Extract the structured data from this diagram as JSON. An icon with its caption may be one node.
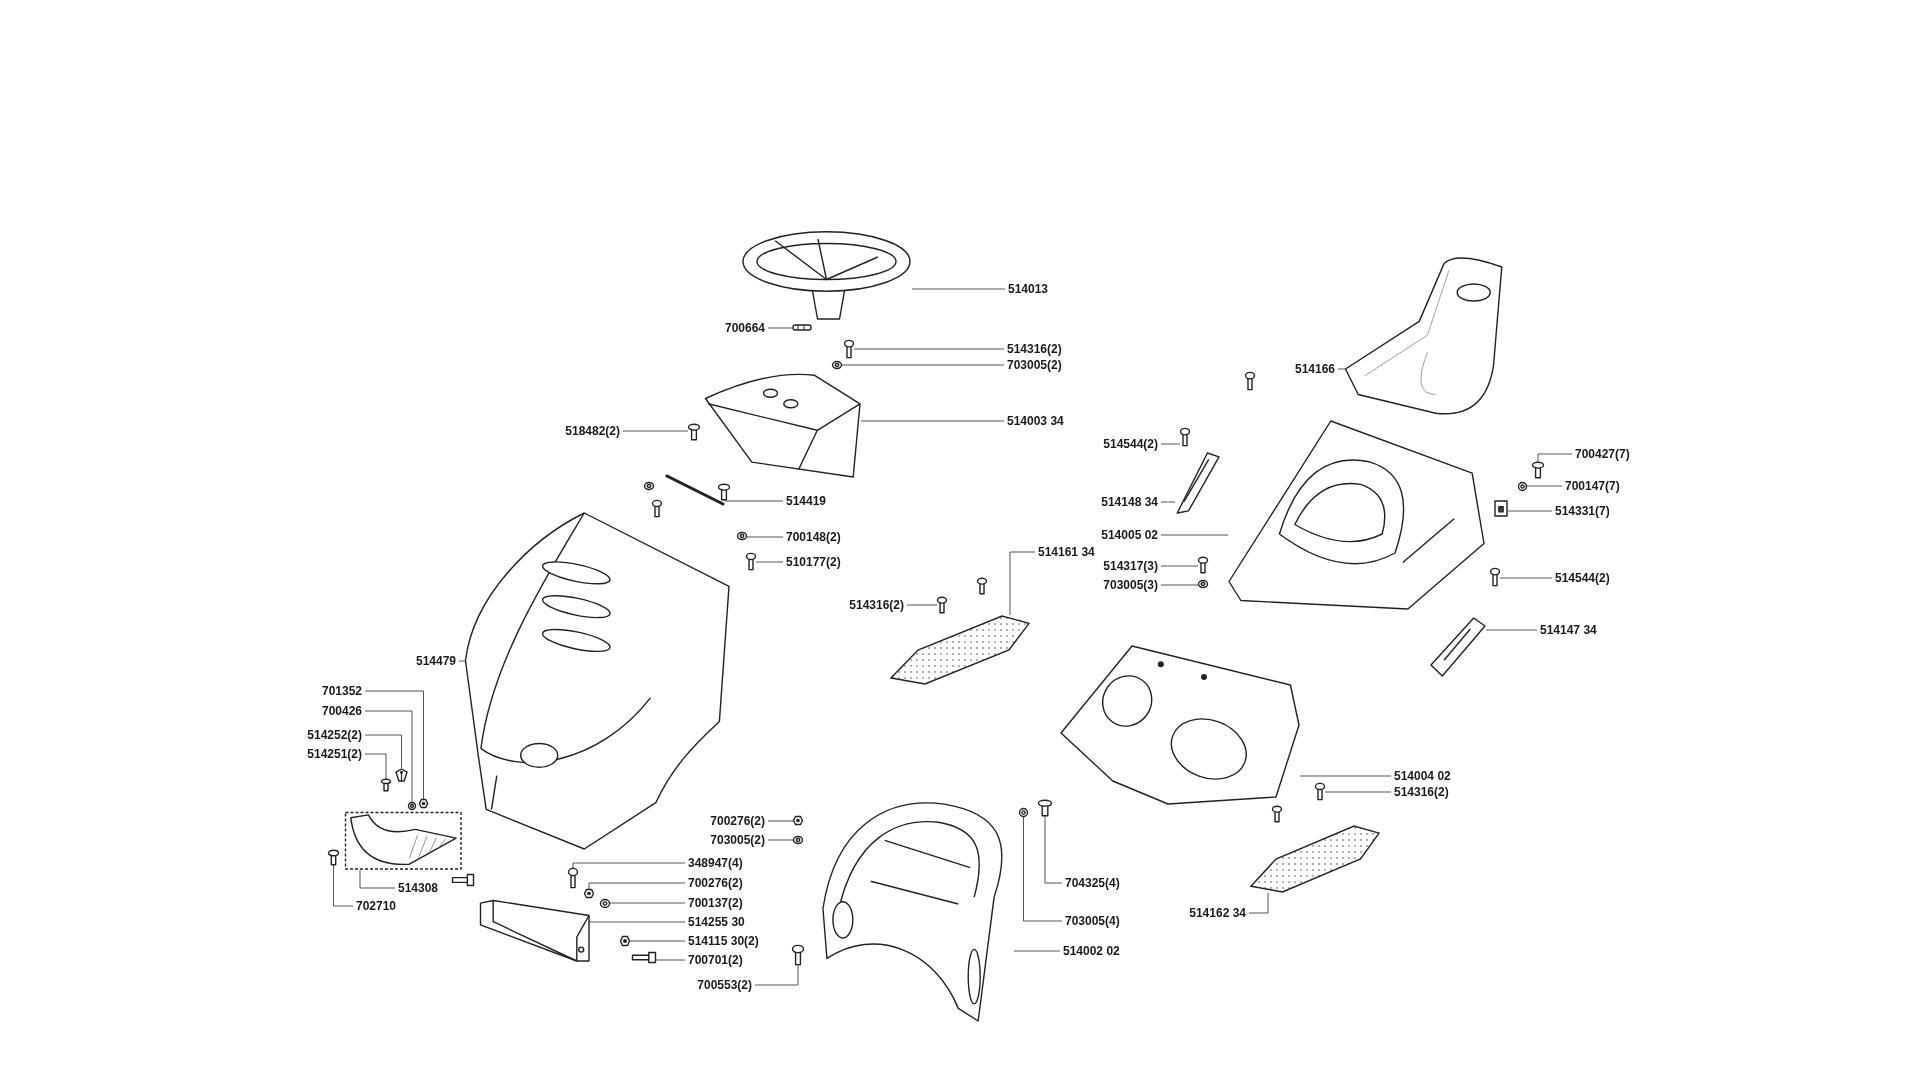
{
  "diagram": {
    "nodes": [
      {
        "text": [
          "514013"
        ]
      },
      {
        "text": [],
        "shape": "picture"
      },
      {
        "text": [
          "700664"
        ]
      },
      {
        "text": [],
        "shape": "picture"
      },
      {
        "text": [
          "514316(2)"
        ]
      },
      {
        "text": [],
        "shape": "picture"
      },
      {
        "text": [
          "703005(2)"
        ]
      },
      {
        "text": [],
        "shape": "picture"
      },
      {
        "text": [
          "514003 34"
        ]
      },
      {
        "text": [],
        "shape": "picture"
      },
      {
        "text": [
          "518482(2)"
        ]
      },
      {
        "text": [],
        "shape": "picture"
      },
      {
        "text": [
          "514419"
        ]
      },
      {
        "text": [],
        "shape": "picture"
      },
      {
        "text": [
          "700148(2)"
        ]
      },
      {
        "text": [],
        "shape": "picture"
      },
      {
        "text": [
          "510177(2)"
        ]
      },
      {
        "text": [],
        "shape": "picture"
      },
      {
        "text": [
          "514479"
        ]
      },
      {
        "text": [],
        "shape": "picture"
      },
      {
        "text": [
          "701352"
        ]
      },
      {
        "text": [],
        "shape": "picture"
      },
      {
        "text": [
          "700426"
        ]
      },
      {
        "text": [],
        "shape": "picture"
      },
      {
        "text": [
          "514252(2)"
        ]
      },
      {
        "text": [],
        "shape": "picture"
      },
      {
        "text": [
          "514251(2)"
        ]
      },
      {
        "text": [],
        "shape": "picture"
      },
      {
        "text": [
          "514308"
        ]
      },
      {
        "text": [],
        "shape": "picture"
      },
      {
        "text": [
          "702710"
        ]
      },
      {
        "text": [],
        "shape": "picture"
      },
      {
        "text": [
          "348947(4)"
        ]
      },
      {
        "text": [],
        "shape": "picture"
      },
      {
        "text": [
          "700276(2)"
        ]
      },
      {
        "text": [],
        "shape": "picture"
      },
      {
        "text": [
          "700137(2)"
        ]
      },
      {
        "text": [],
        "shape": "picture"
      },
      {
        "text": [
          "514255 30"
        ]
      },
      {
        "text": [],
        "shape": "picture"
      },
      {
        "text": [
          "514115 30(2)"
        ]
      },
      {
        "text": [],
        "shape": "picture"
      },
      {
        "text": [
          "700701(2)"
        ]
      },
      {
        "text": [],
        "shape": "picture"
      },
      {
        "text": [
          "700276(2)"
        ]
      },
      {
        "text": [],
        "shape": "picture"
      },
      {
        "text": [
          "703005(2)"
        ]
      },
      {
        "text": [],
        "shape": "picture"
      },
      {
        "text": [
          "700553(2)"
        ]
      },
      {
        "text": [],
        "shape": "picture"
      },
      {
        "text": [
          "514002 02"
        ]
      },
      {
        "text": [],
        "shape": "picture"
      },
      {
        "text": [
          "704325(4)"
        ]
      },
      {
        "text": [],
        "shape": "picture"
      },
      {
        "text": [
          "703005(4)"
        ]
      },
      {
        "text": [],
        "shape": "picture"
      },
      {
        "text": [
          "514161 34"
        ]
      },
      {
        "text": [],
        "shape": "picture"
      },
      {
        "text": [
          "514316(2)"
        ]
      },
      {
        "text": [],
        "shape": "picture"
      },
      {
        "text": [
          "514166"
        ]
      },
      {
        "text": [],
        "shape": "picture"
      },
      {
        "text": [
          "514544(2)"
        ]
      },
      {
        "text": [],
        "shape": "picture"
      },
      {
        "text": [
          "514148 34"
        ]
      },
      {
        "text": [],
        "shape": "picture"
      },
      {
        "text": [
          "514005 02"
        ]
      },
      {
        "text": [],
        "shape": "picture"
      },
      {
        "text": [
          "514317(3)"
        ]
      },
      {
        "text": [],
        "shape": "picture"
      },
      {
        "text": [
          "703005(3)"
        ]
      },
      {
        "text": [],
        "shape": "picture"
      },
      {
        "text": [
          "700427(7)"
        ]
      },
      {
        "text": [],
        "shape": "picture"
      },
      {
        "text": [
          "700147(7)"
        ]
      },
      {
        "text": [],
        "shape": "picture"
      },
      {
        "text": [
          "514331(7)"
        ]
      },
      {
        "text": [],
        "shape": "picture"
      },
      {
        "text": [
          "514544(2)"
        ]
      },
      {
        "text": [],
        "shape": "picture"
      },
      {
        "text": [
          "514147 34"
        ]
      },
      {
        "text": [],
        "shape": "picture"
      },
      {
        "text": [
          "514004 02"
        ]
      },
      {
        "text": [],
        "shape": "picture"
      },
      {
        "text": [
          "514316(2)"
        ]
      },
      {
        "text": [],
        "shape": "picture"
      },
      {
        "text": [
          "514162 34"
        ]
      },
      {
        "text": [],
        "shape": "picture"
      }
    ],
    "edges": [
      {
        "from": 0,
        "to": 1,
        "arrow": "none"
      },
      {
        "from": 2,
        "to": 3,
        "arrow": "none"
      },
      {
        "from": 4,
        "to": 5,
        "arrow": "none"
      },
      {
        "from": 6,
        "to": 7,
        "arrow": "none"
      },
      {
        "from": 8,
        "to": 9,
        "arrow": "none"
      },
      {
        "from": 10,
        "to": 11,
        "arrow": "none"
      },
      {
        "from": 12,
        "to": 13,
        "arrow": "none"
      },
      {
        "from": 14,
        "to": 15,
        "arrow": "none"
      },
      {
        "from": 16,
        "to": 17,
        "arrow": "none"
      },
      {
        "from": 18,
        "to": 19,
        "arrow": "none"
      },
      {
        "from": 20,
        "to": 21,
        "arrow": "none"
      },
      {
        "from": 22,
        "to": 23,
        "arrow": "none"
      },
      {
        "from": 24,
        "to": 25,
        "arrow": "none"
      },
      {
        "from": 26,
        "to": 27,
        "arrow": "none"
      },
      {
        "from": 28,
        "to": 29,
        "arrow": "none"
      },
      {
        "from": 30,
        "to": 31,
        "arrow": "none"
      },
      {
        "from": 32,
        "to": 33,
        "arrow": "none"
      },
      {
        "from": 34,
        "to": 35,
        "arrow": "none"
      },
      {
        "from": 36,
        "to": 37,
        "arrow": "none"
      },
      {
        "from": 38,
        "to": 39,
        "arrow": "none"
      },
      {
        "from": 40,
        "to": 41,
        "arrow": "none"
      },
      {
        "from": 42,
        "to": 43,
        "arrow": "none"
      },
      {
        "from": 44,
        "to": 45,
        "arrow": "none"
      },
      {
        "from": 46,
        "to": 47,
        "arrow": "none"
      },
      {
        "from": 48,
        "to": 49,
        "arrow": "none"
      },
      {
        "from": 50,
        "to": 51,
        "arrow": "none"
      },
      {
        "from": 52,
        "to": 53,
        "arrow": "none"
      },
      {
        "from": 54,
        "to": 55,
        "arrow": "none"
      },
      {
        "from": 56,
        "to": 57,
        "arrow": "none"
      },
      {
        "from": 58,
        "to": 59,
        "arrow": "none"
      },
      {
        "from": 60,
        "to": 61,
        "arrow": "none"
      },
      {
        "from": 62,
        "to": 63,
        "arrow": "none"
      },
      {
        "from": 64,
        "to": 65,
        "arrow": "none"
      },
      {
        "from": 66,
        "to": 67,
        "arrow": "none"
      },
      {
        "from": 68,
        "to": 69,
        "arrow": "none"
      },
      {
        "from": 70,
        "to": 71,
        "arrow": "none"
      },
      {
        "from": 72,
        "to": 73,
        "arrow": "none"
      },
      {
        "from": 74,
        "to": 75,
        "arrow": "none"
      },
      {
        "from": 76,
        "to": 77,
        "arrow": "none"
      },
      {
        "from": 78,
        "to": 79,
        "arrow": "none"
      },
      {
        "from": 80,
        "to": 81,
        "arrow": "none"
      },
      {
        "from": 82,
        "to": 83,
        "arrow": "none"
      },
      {
        "from": 84,
        "to": 85,
        "arrow": "none"
      },
      {
        "from": 86,
        "to": 87,
        "arrow": "none"
      }
    ]
  }
}
